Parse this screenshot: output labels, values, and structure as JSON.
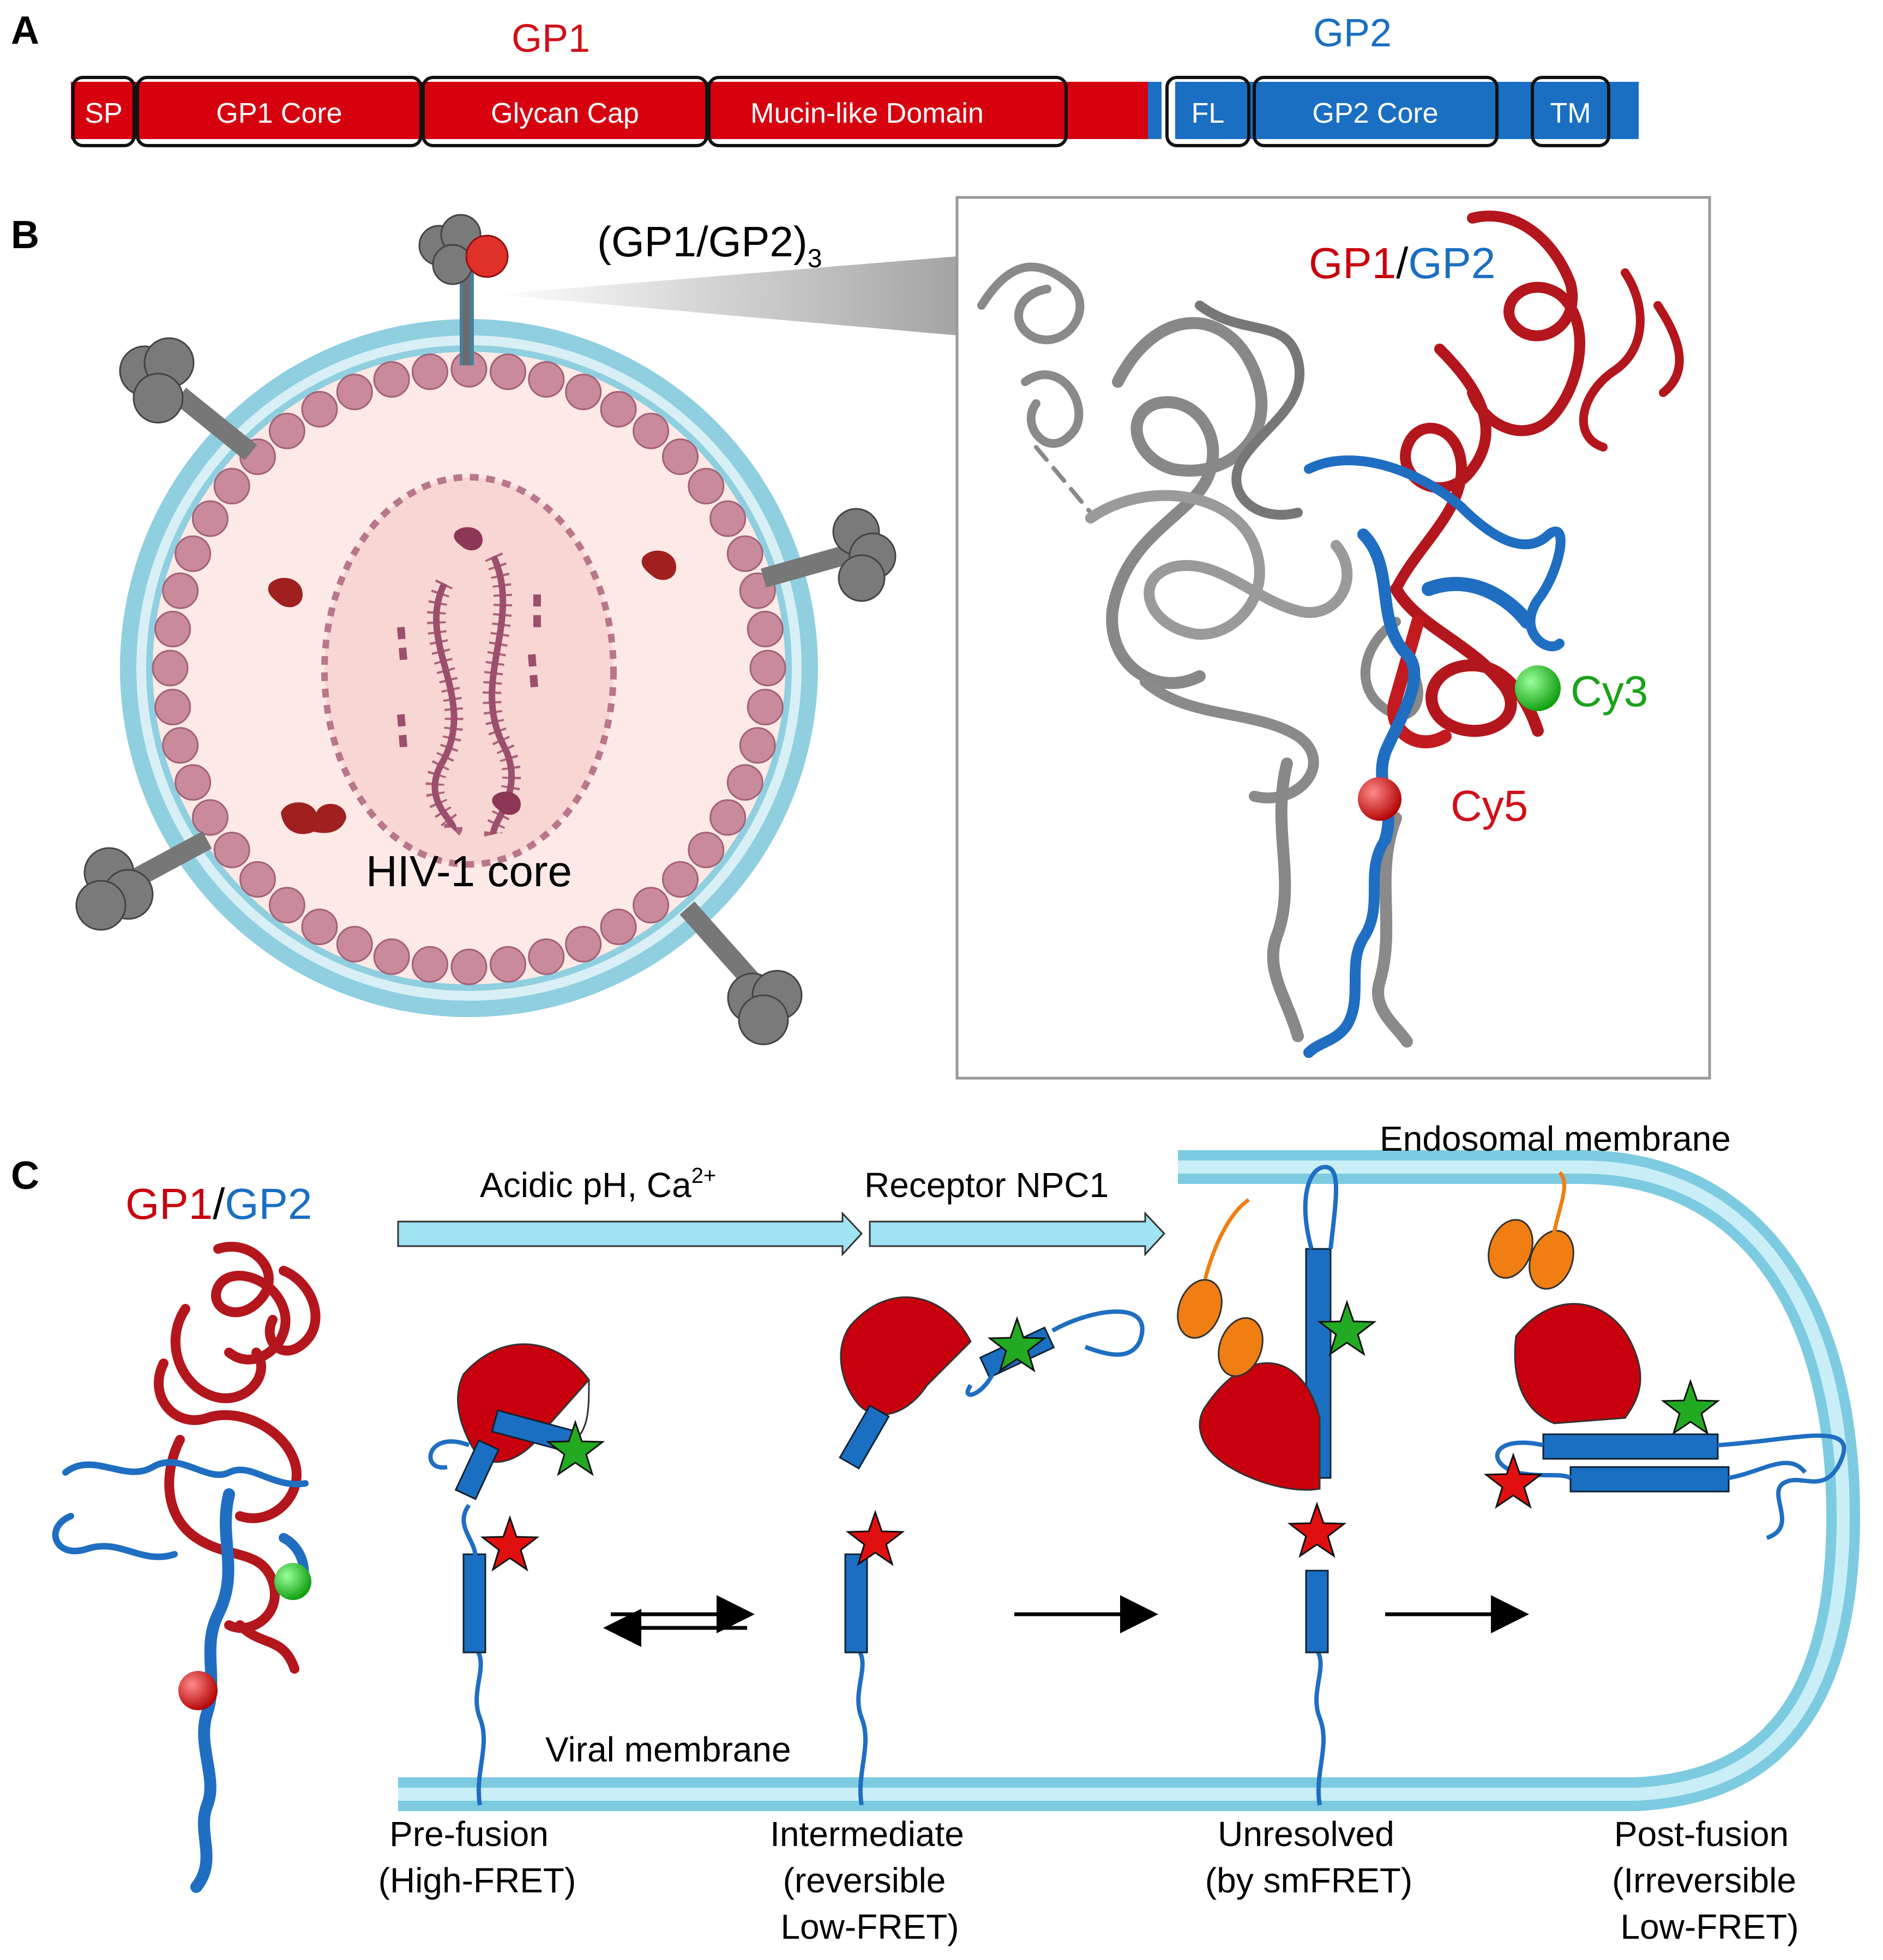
{
  "panels": {
    "a": "A",
    "b": "B",
    "c": "C"
  },
  "domain_bar": {
    "gp1_title": "GP1",
    "gp2_title": "GP2",
    "segments": {
      "sp": "SP",
      "gp1_core": "GP1 Core",
      "glycan_cap": "Glycan Cap",
      "mucin": "Mucin-like Domain",
      "fl": "FL",
      "gp2_core": "GP2 Core",
      "tm": "TM"
    }
  },
  "virion": {
    "trimer_label_main": "(GP1/GP2)",
    "trimer_label_sub": "3",
    "core_label": "HIV-1 core"
  },
  "structure_box": {
    "gp1": "GP1",
    "slash": "/",
    "gp2": "GP2",
    "cy3": "Cy3",
    "cy5": "Cy5"
  },
  "pathway": {
    "left_gp1": "GP1",
    "left_slash": "/",
    "left_gp2": "GP2",
    "step1_main": "Acidic pH, Ca",
    "step1_sup": "2+",
    "step2": "Receptor NPC1",
    "endosomal_membrane": "Endosomal membrane",
    "viral_membrane": "Viral membrane",
    "states": [
      {
        "line1": "Pre-fusion",
        "line2": "(High-FRET)",
        "line3": ""
      },
      {
        "line1": "Intermediate",
        "line2": "(reversible",
        "line3": "Low-FRET)"
      },
      {
        "line1": "Unresolved",
        "line2": "(by smFRET)",
        "line3": ""
      },
      {
        "line1": "Post-fusion",
        "line2": "(Irreversible",
        "line3": "Low-FRET)"
      }
    ]
  },
  "colors": {
    "gp1_red": "#c8000d",
    "gp2_blue": "#1a6fc2",
    "membrane": "#a9dbe8",
    "cy3_green": "#22cc22",
    "cy5_red": "#e01010"
  }
}
